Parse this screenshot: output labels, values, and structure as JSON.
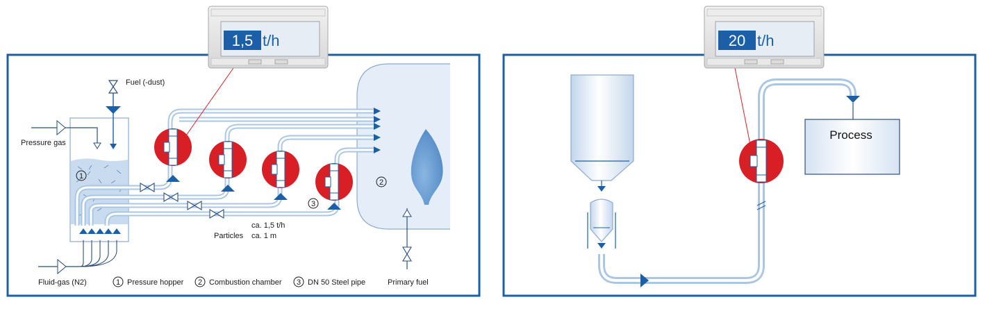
{
  "left_panel": {
    "display": {
      "value": "1,5",
      "unit": "t/h"
    },
    "labels": {
      "fuel": "Fuel (-dust)",
      "pressure_gas": "Pressure gas",
      "fluid_gas": "Fluid-gas (N2)",
      "particles": "Particles",
      "rate": "ca. 1,5 t/h",
      "size": "ca. 1 m",
      "primary_fuel": "Primary fuel"
    },
    "markers": {
      "one": "1",
      "two": "2",
      "three": "3"
    },
    "legend": [
      {
        "num": "1",
        "text": "Pressure hopper"
      },
      {
        "num": "2",
        "text": "Combustion chamber"
      },
      {
        "num": "3",
        "text": "DN 50 Steel pipe"
      }
    ]
  },
  "right_panel": {
    "display": {
      "value": "20",
      "unit": "t/h"
    },
    "process_label": "Process"
  },
  "colors": {
    "frame": "#1a5fa8",
    "pipe": "#a9c6e4",
    "sensor": "#d81f26",
    "display_value_bg": "#1a5fa8",
    "chamber_fill": "#e4edf8",
    "flame": "#5b93cc"
  }
}
